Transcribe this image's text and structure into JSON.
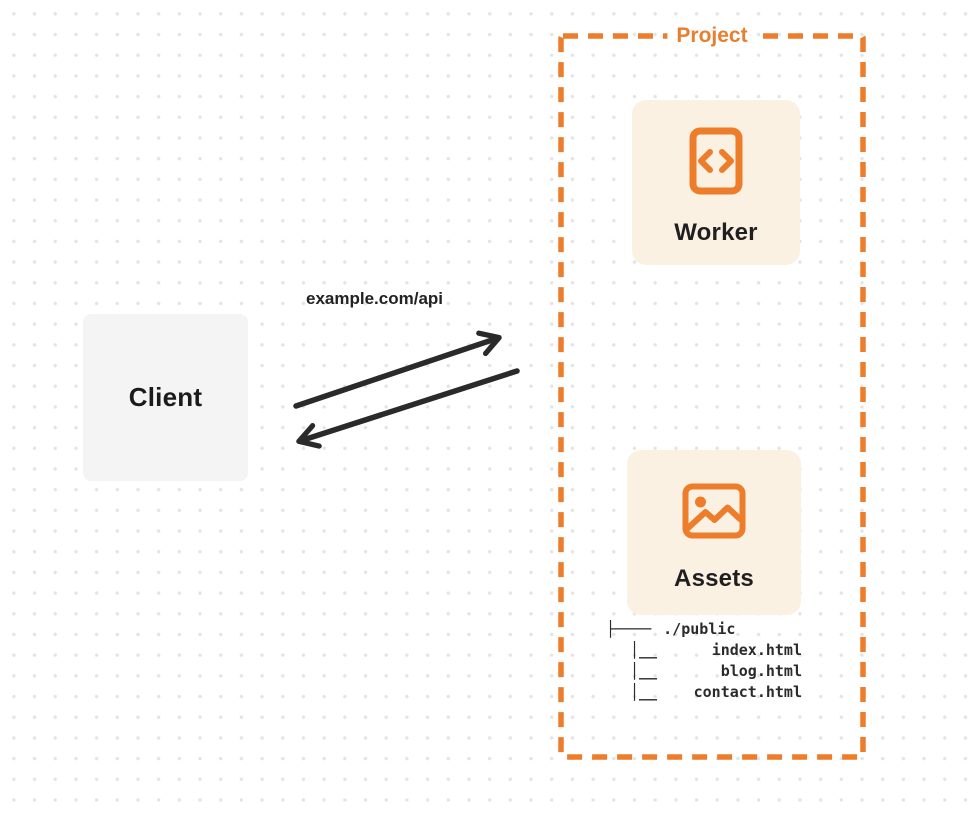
{
  "client": {
    "label": "Client"
  },
  "request": {
    "label": "example.com/api"
  },
  "project": {
    "label": "Project",
    "worker": {
      "label": "Worker",
      "icon": "code-file-icon"
    },
    "assets": {
      "label": "Assets",
      "icon": "image-icon"
    },
    "file_tree": {
      "root_prefix": "├────",
      "root": "./public",
      "branch_prefix": "│__",
      "files": [
        "index.html",
        "blog.html",
        "contact.html"
      ]
    }
  },
  "colors": {
    "accent_orange": "#ed7d2b",
    "title_orange": "#e87e2e",
    "card_background": "#fbf1e3",
    "client_background": "#f4f4f5",
    "arrow_dark": "#2a2a2a",
    "text_dark": "#1f1f21",
    "dot_grid": "#e4e4e4"
  }
}
